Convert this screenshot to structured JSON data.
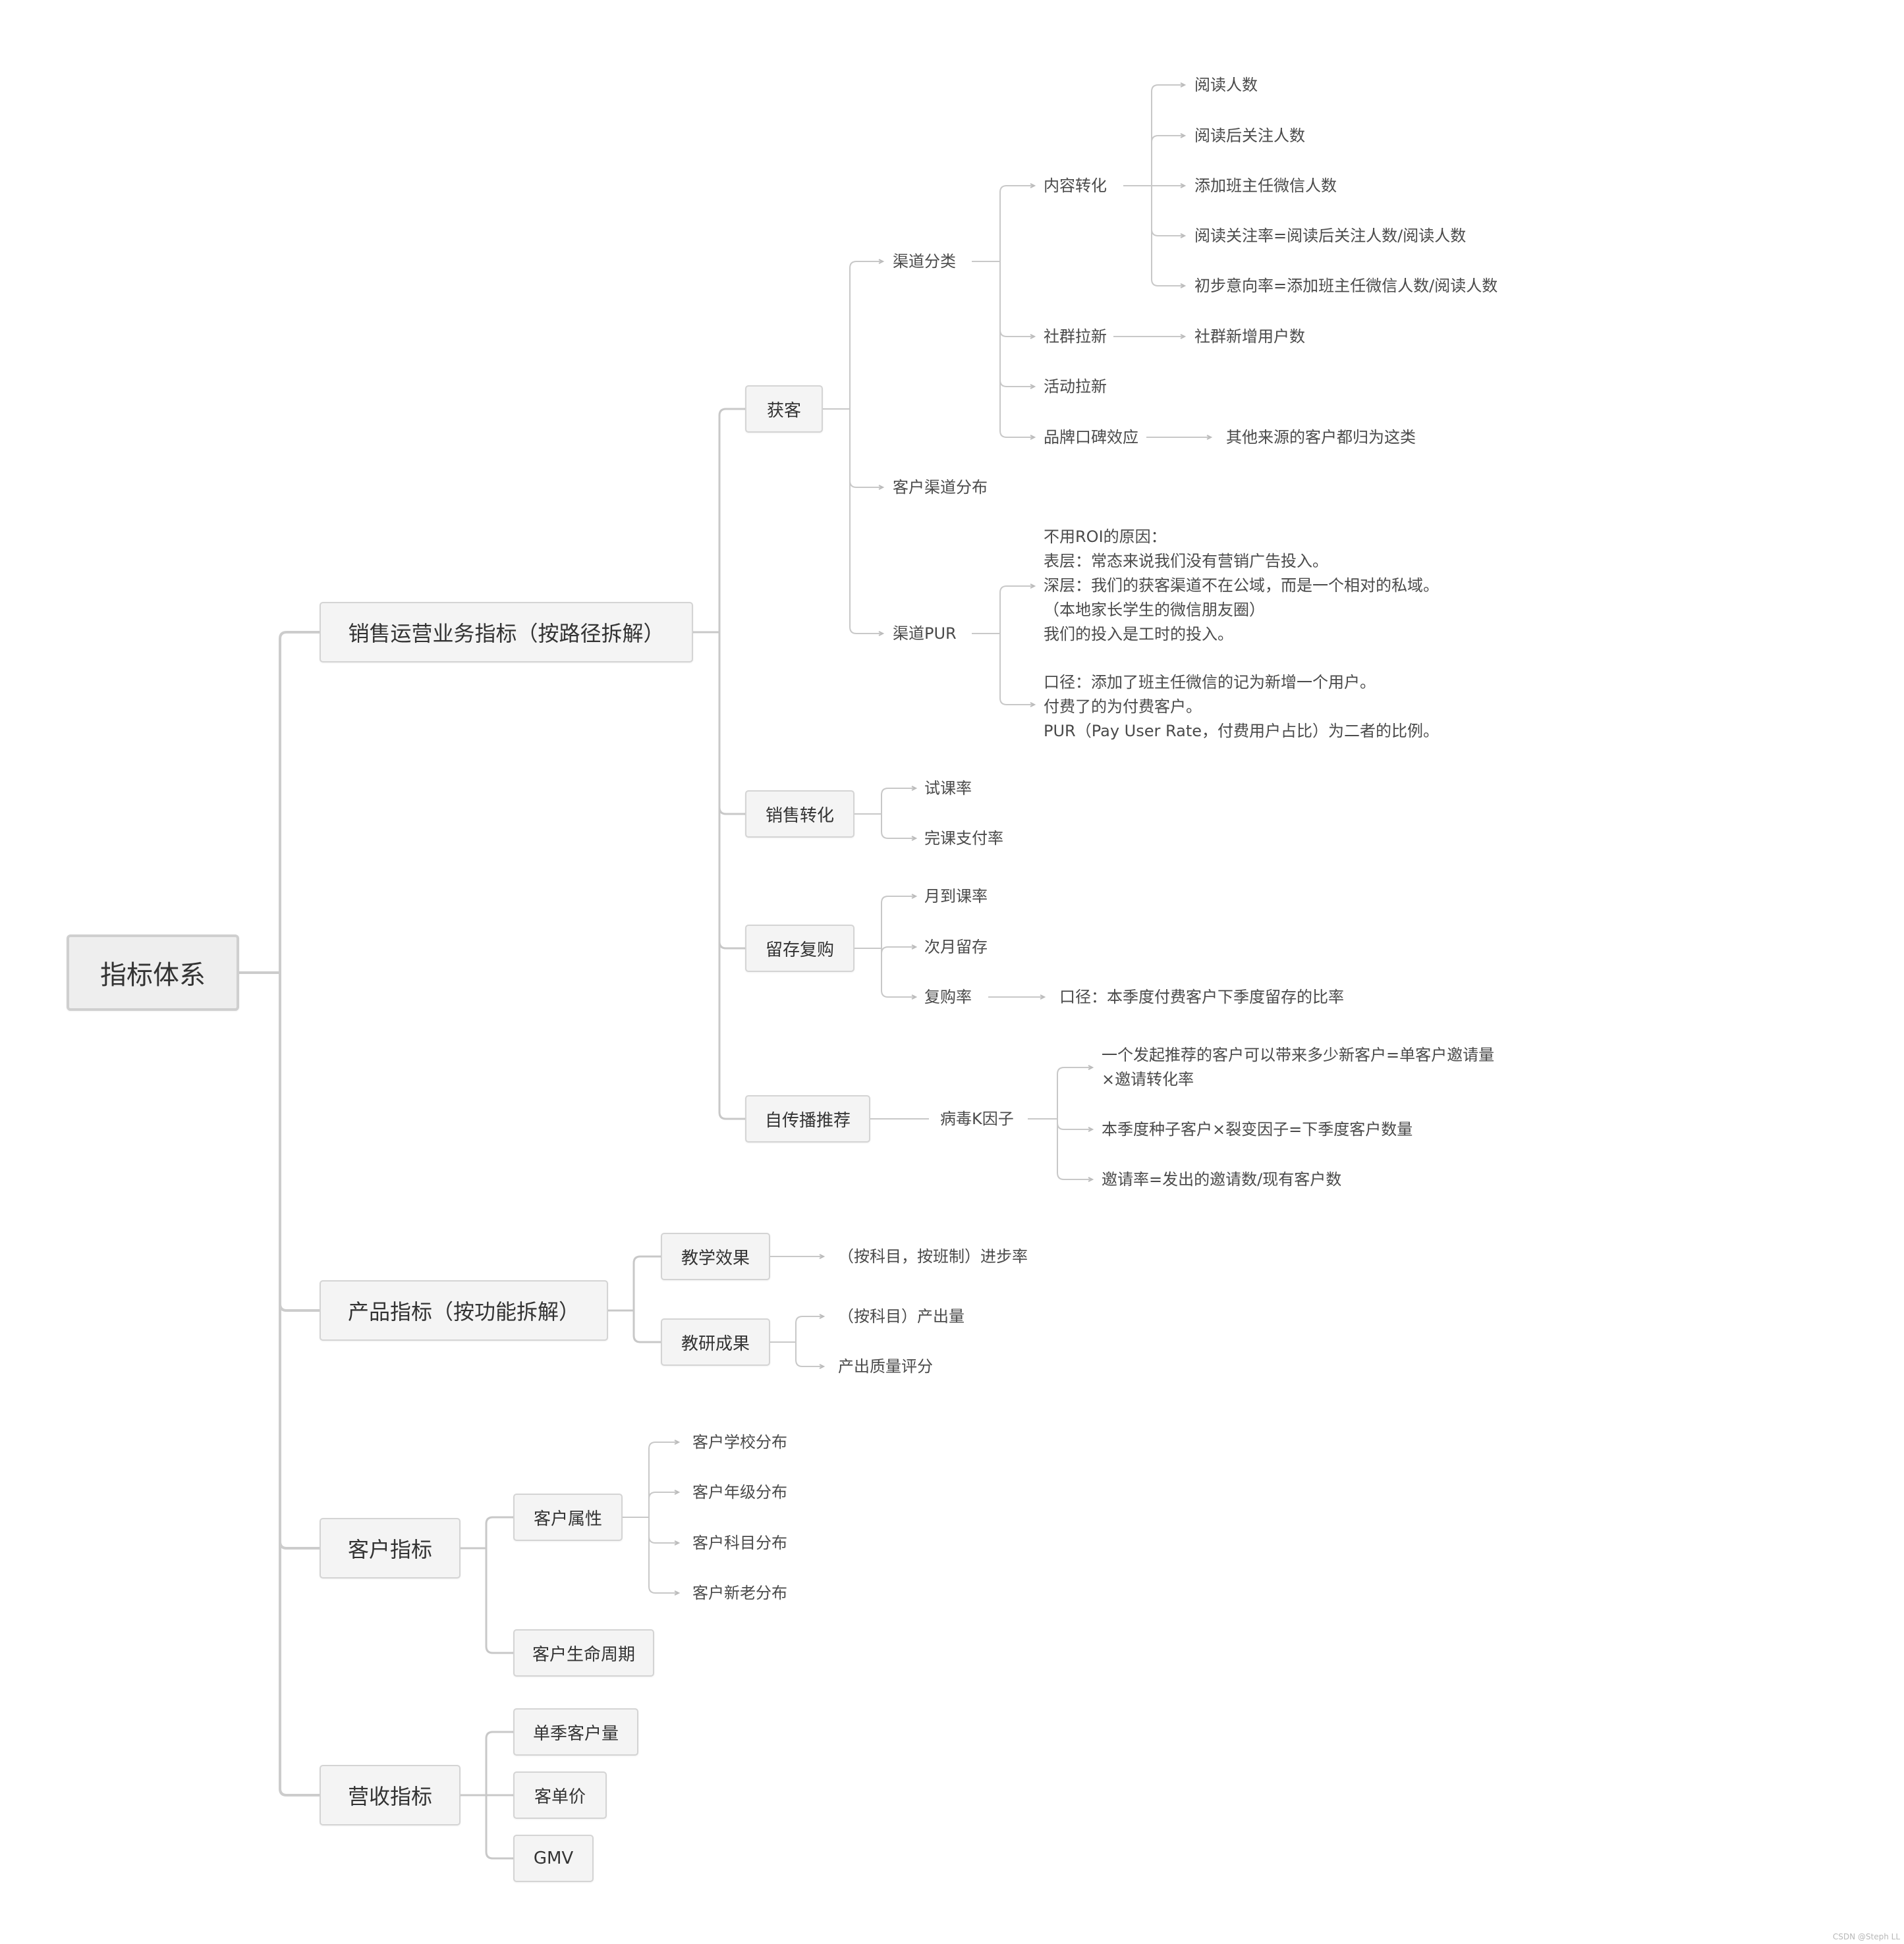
{
  "root": "指标体系",
  "sales": {
    "title": "销售运营业务指标（按路径拆解）",
    "acquisition": {
      "label": "获客",
      "channel_class": {
        "label": "渠道分类",
        "content": {
          "label": "内容转化",
          "items": [
            "阅读人数",
            "阅读后关注人数",
            "添加班主任微信人数",
            "阅读关注率=阅读后关注人数/阅读人数",
            "初步意向率=添加班主任微信人数/阅读人数"
          ]
        },
        "community": {
          "label": "社群拉新",
          "child": "社群新增用户数"
        },
        "activity": "活动拉新",
        "brand": {
          "label": "品牌口碑效应",
          "child": "其他来源的客户都归为这类"
        }
      },
      "distribution": "客户渠道分布",
      "pur": {
        "label": "渠道PUR",
        "note1": "不用ROI的原因：\n表层：常态来说我们没有营销广告投入。\n深层：我们的获客渠道不在公域，而是一个相对的私域。\n（本地家长学生的微信朋友圈）\n我们的投入是工时的投入。",
        "note2": "口径：添加了班主任微信的记为新增一个用户。\n付费了的为付费客户。\nPUR（Pay User Rate，付费用户占比）为二者的比例。"
      }
    },
    "conversion": {
      "label": "销售转化",
      "items": [
        "试课率",
        "完课支付率"
      ]
    },
    "retention": {
      "label": "留存复购",
      "items": [
        "月到课率",
        "次月留存"
      ],
      "repurchase": {
        "label": "复购率",
        "child": "口径：本季度付费客户下季度留存的比率"
      }
    },
    "referral": {
      "label": "自传播推荐",
      "k_factor": {
        "label": "病毒K因子",
        "items": [
          "一个发起推荐的客户可以带来多少新客户=单客户邀请量\n×邀请转化率",
          "本季度种子客户×裂变因子=下季度客户数量",
          "邀请率=发出的邀请数/现有客户数"
        ]
      }
    }
  },
  "product": {
    "title": "产品指标（按功能拆解）",
    "teaching": {
      "label": "教学效果",
      "child": "（按科目，按班制）进步率"
    },
    "research": {
      "label": "教研成果",
      "items": [
        "（按科目）产出量",
        "产出质量评分"
      ]
    }
  },
  "customer": {
    "title": "客户指标",
    "attributes": {
      "label": "客户属性",
      "items": [
        "客户学校分布",
        "客户年级分布",
        "客户科目分布",
        "客户新老分布"
      ]
    },
    "lifecycle": "客户生命周期"
  },
  "revenue": {
    "title": "营收指标",
    "items": [
      "单季客户量",
      "客单价",
      "GMV"
    ]
  },
  "watermark": "CSDN @Steph LL"
}
